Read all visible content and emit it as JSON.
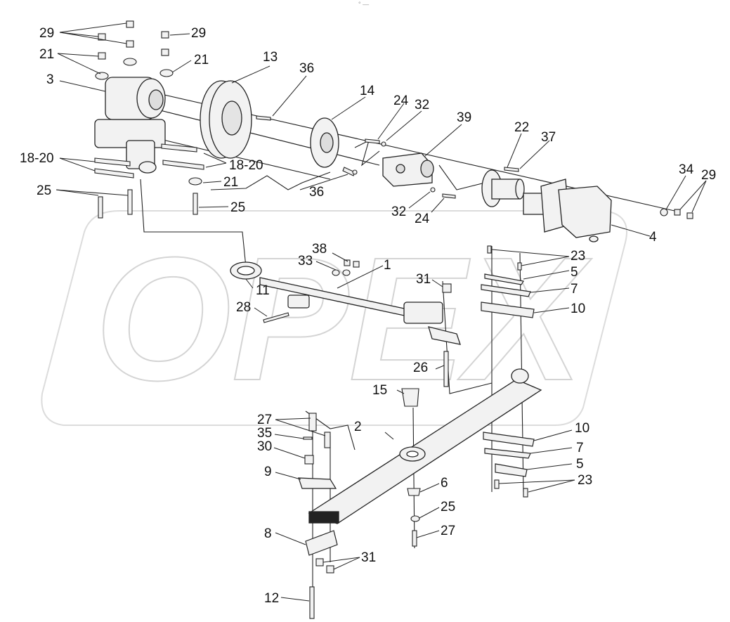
{
  "watermark": {
    "text": "OPEX"
  },
  "top_mark": "° —",
  "labels": {
    "l1": "1",
    "l2": "2",
    "l3": "3",
    "l4": "4",
    "l5a": "5",
    "l5b": "5",
    "l6": "6",
    "l7a": "7",
    "l7b": "7",
    "l8": "8",
    "l9": "9",
    "l10a": "10",
    "l10b": "10",
    "l11": "11",
    "l12": "12",
    "l13": "13",
    "l14": "14",
    "l15": "15",
    "l18a": "18-20",
    "l18b": "18-20",
    "l21a": "21",
    "l21b": "21",
    "l21c": "21",
    "l22": "22",
    "l23a": "23",
    "l23b": "23",
    "l24a": "24",
    "l24b": "24",
    "l25a": "25",
    "l25b": "25",
    "l25c": "25",
    "l26": "26",
    "l27a": "27",
    "l27b": "27",
    "l28": "28",
    "l29a": "29",
    "l29b": "29",
    "l29c": "29",
    "l30": "30",
    "l31a": "31",
    "l31b": "31",
    "l32a": "32",
    "l32b": "32",
    "l33": "33",
    "l34": "34",
    "l35": "35",
    "l36a": "36",
    "l36b": "36",
    "l37": "37",
    "l38": "38",
    "l39": "39"
  },
  "colors": {
    "line": "#222222",
    "part_fill": "#f2f2f2",
    "watermark": "#e0e0e0"
  }
}
